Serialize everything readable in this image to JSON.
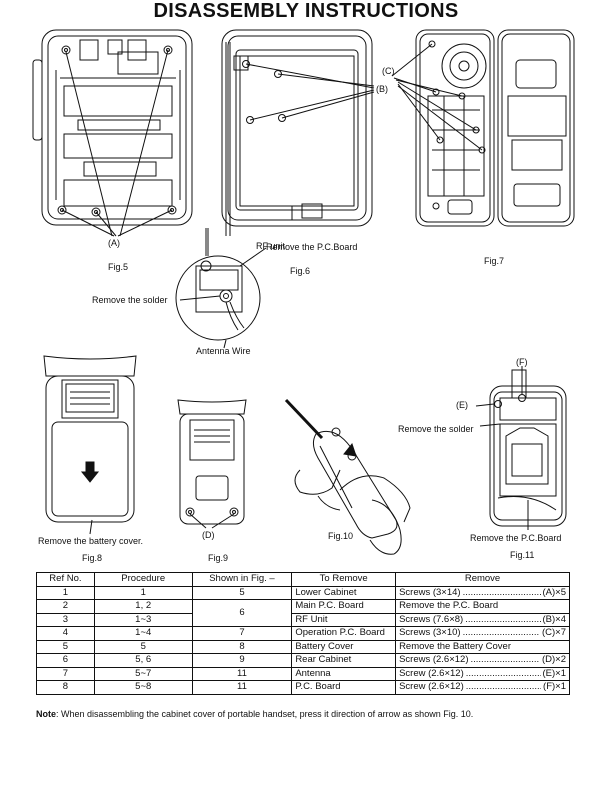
{
  "title": "DISASSEMBLY INSTRUCTIONS",
  "figures": {
    "fig5": {
      "caption": "Fig.5",
      "callout": "(A)"
    },
    "fig6": {
      "caption": "Fig.6",
      "callout": "(B)",
      "label": "Remove the P.C.Board",
      "rf_unit": "RF unit",
      "solder": "Remove the solder",
      "antenna": "Antenna Wire"
    },
    "fig7": {
      "caption": "Fig.7",
      "callout": "(C)"
    },
    "fig8": {
      "caption": "Fig.8",
      "label": "Remove the battery cover."
    },
    "fig9": {
      "caption": "Fig.9",
      "callout": "(D)"
    },
    "fig10": {
      "caption": "Fig.10"
    },
    "fig11": {
      "caption": "Fig.11",
      "callout_f": "(F)",
      "callout_e": "(E)",
      "solder": "Remove the solder",
      "label": "Remove the P.C.Board"
    }
  },
  "table": {
    "headers": [
      "Ref No.",
      "Procedure",
      "Shown in Fig. –",
      "To Remove",
      "Remove"
    ],
    "rows": [
      {
        "ref": "1",
        "proc": "1",
        "fig": "5",
        "part": "Lower Cabinet",
        "remove": "Screws (3×14)",
        "dots": "................................",
        "code": "(A)×5"
      },
      {
        "ref": "2",
        "proc": "1, 2",
        "fig": "6",
        "part": "Main P.C. Board",
        "remove": "Remove the P.C. Board",
        "dots": "",
        "code": ""
      },
      {
        "ref": "3",
        "proc": "1~3",
        "fig": "",
        "part": "RF Unit",
        "remove": "Screws (7.6×8)",
        "dots": "................................",
        "code": "(B)×4"
      },
      {
        "ref": "4",
        "proc": "1~4",
        "fig": "7",
        "part": "Operation P.C. Board",
        "remove": "Screws (3×10)",
        "dots": "................................",
        "code": "(C)×7"
      },
      {
        "ref": "5",
        "proc": "5",
        "fig": "8",
        "part": "Battery Cover",
        "remove": "Remove the Battery Cover",
        "dots": "",
        "code": ""
      },
      {
        "ref": "6",
        "proc": "5, 6",
        "fig": "9",
        "part": "Rear Cabinet",
        "remove": "Screws (2.6×12)",
        "dots": "................................",
        "code": "(D)×2"
      },
      {
        "ref": "7",
        "proc": "5~7",
        "fig": "11",
        "part": "Antenna",
        "remove": "Screw (2.6×12)",
        "dots": "................................",
        "code": "(E)×1"
      },
      {
        "ref": "8",
        "proc": "5~8",
        "fig": "11",
        "part": "P.C. Board",
        "remove": "Screw (2.6×12)",
        "dots": "................................",
        "code": "(F)×1"
      }
    ]
  },
  "note": {
    "prefix": "Note",
    "text": ": When disassembling the cabinet cover of portable handset, press it direction of arrow as shown Fig. 10."
  }
}
